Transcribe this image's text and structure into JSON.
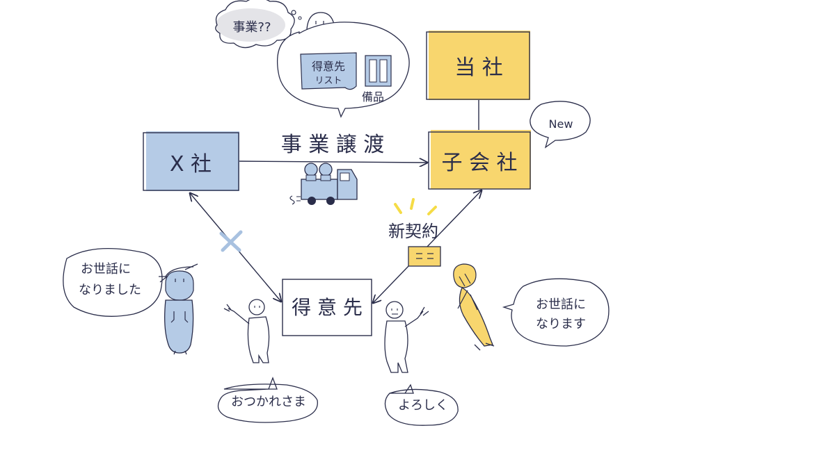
{
  "nodes": {
    "x_company": "X 社",
    "our_company": "当 社",
    "subsidiary": "子 会 社",
    "client": "得 意 先"
  },
  "edges": {
    "business_transfer": "事 業 譲 渡",
    "new_contract": "新契約"
  },
  "bubbles": {
    "top_thought": "事業??",
    "client_list": "得意先\nリスト",
    "equipment": "備品",
    "new_badge": "New",
    "x_staff_thanks": "お世話に\nなりました",
    "sub_staff_greeting": "お世話に\nなります",
    "farewell": "おつかれさま",
    "welcome": "よろしく"
  },
  "colors": {
    "x_company_fill": "#b5cbe6",
    "subsidiary_fill": "#f8d66e",
    "ink": "#2a2d4a",
    "highlight": "#f5dc46"
  }
}
